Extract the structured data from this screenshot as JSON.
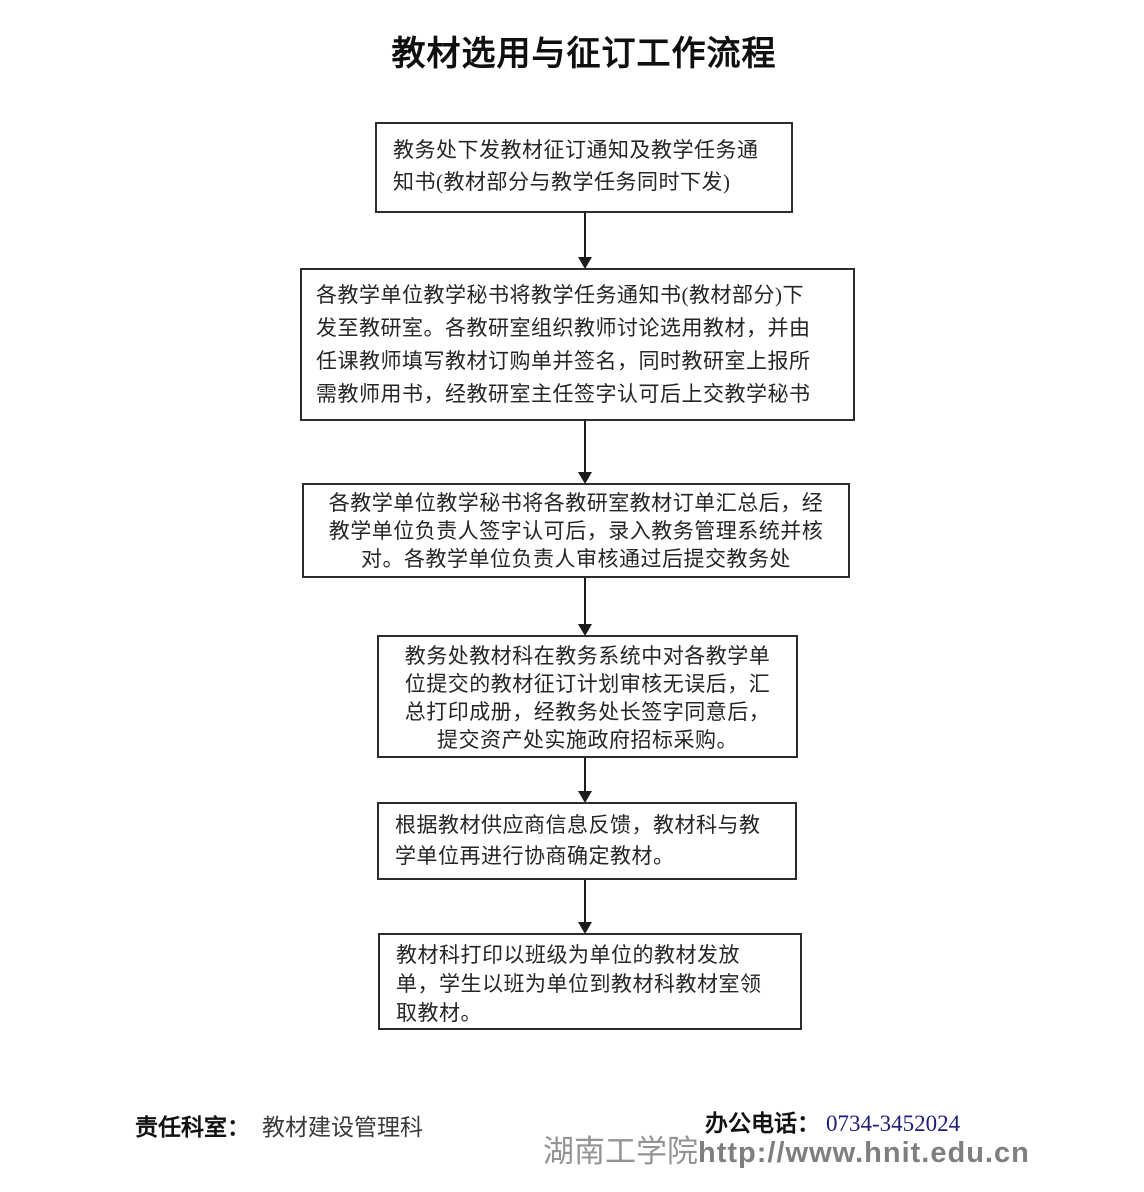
{
  "title": "教材选用与征订工作流程",
  "flowchart": {
    "steps": [
      {
        "lines": [
          "教务处下发教材征订通知及教学任务通",
          "知书(教材部分与教学任务同时下发)"
        ]
      },
      {
        "lines": [
          "各教学单位教学秘书将教学任务通知书(教材部分)下",
          "发至教研室。各教研室组织教师讨论选用教材，并由",
          "任课教师填写教材订购单并签名，同时教研室上报所",
          "需教师用书，经教研室主任签字认可后上交教学秘书"
        ]
      },
      {
        "lines": [
          "各教学单位教学秘书将各教研室教材订单汇总后，经",
          "教学单位负责人签字认可后，录入教务管理系统并核",
          "对。各教学单位负责人审核通过后提交教务处"
        ]
      },
      {
        "lines": [
          "教务处教材科在教务系统中对各教学单",
          "位提交的教材征订计划审核无误后，汇",
          "总打印成册，经教务处长签字同意后，",
          "提交资产处实施政府招标采购。"
        ]
      },
      {
        "lines": [
          "根据教材供应商信息反馈，教材科与教",
          "学单位再进行协商确定教材。"
        ]
      },
      {
        "lines": [
          "教材科打印以班级为单位的教材发放",
          "单，学生以班为单位到教材科教材室领",
          "取教材。"
        ]
      }
    ]
  },
  "footer": {
    "department_label": "责任科室：",
    "department_value": "教材建设管理科",
    "phone_label": "办公电话：",
    "phone_value": "0734-3452024"
  },
  "watermark": {
    "site_name": "湖南工学院",
    "site_url": "http://www.hnit.edu.cn"
  },
  "colors": {
    "box_border": "#2d2d2d",
    "body_text": "#262626",
    "phone_number": "#1e1e78",
    "watermark_site_name": "#949494",
    "watermark_url": "#7f7f7f"
  }
}
